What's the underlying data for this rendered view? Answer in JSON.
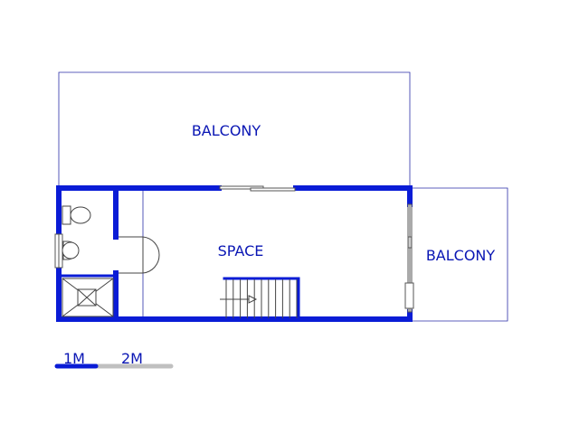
{
  "colors": {
    "wall": "#0a1cd6",
    "thin_line": "#2b2fa8",
    "fixture": "#444444",
    "scale_secondary": "#c0c0c0",
    "label": "#0a16b4",
    "background": "#ffffff"
  },
  "rooms": {
    "balcony_top": "BALCONY",
    "space": "SPACE",
    "balcony_right": "BALCONY"
  },
  "scale_bar": {
    "label_1": "1M",
    "label_2": "2M"
  },
  "icons": [
    "toilet-icon",
    "basin-icon",
    "shower-icon",
    "staircase-icon",
    "door-swing-icon",
    "window-icon"
  ]
}
